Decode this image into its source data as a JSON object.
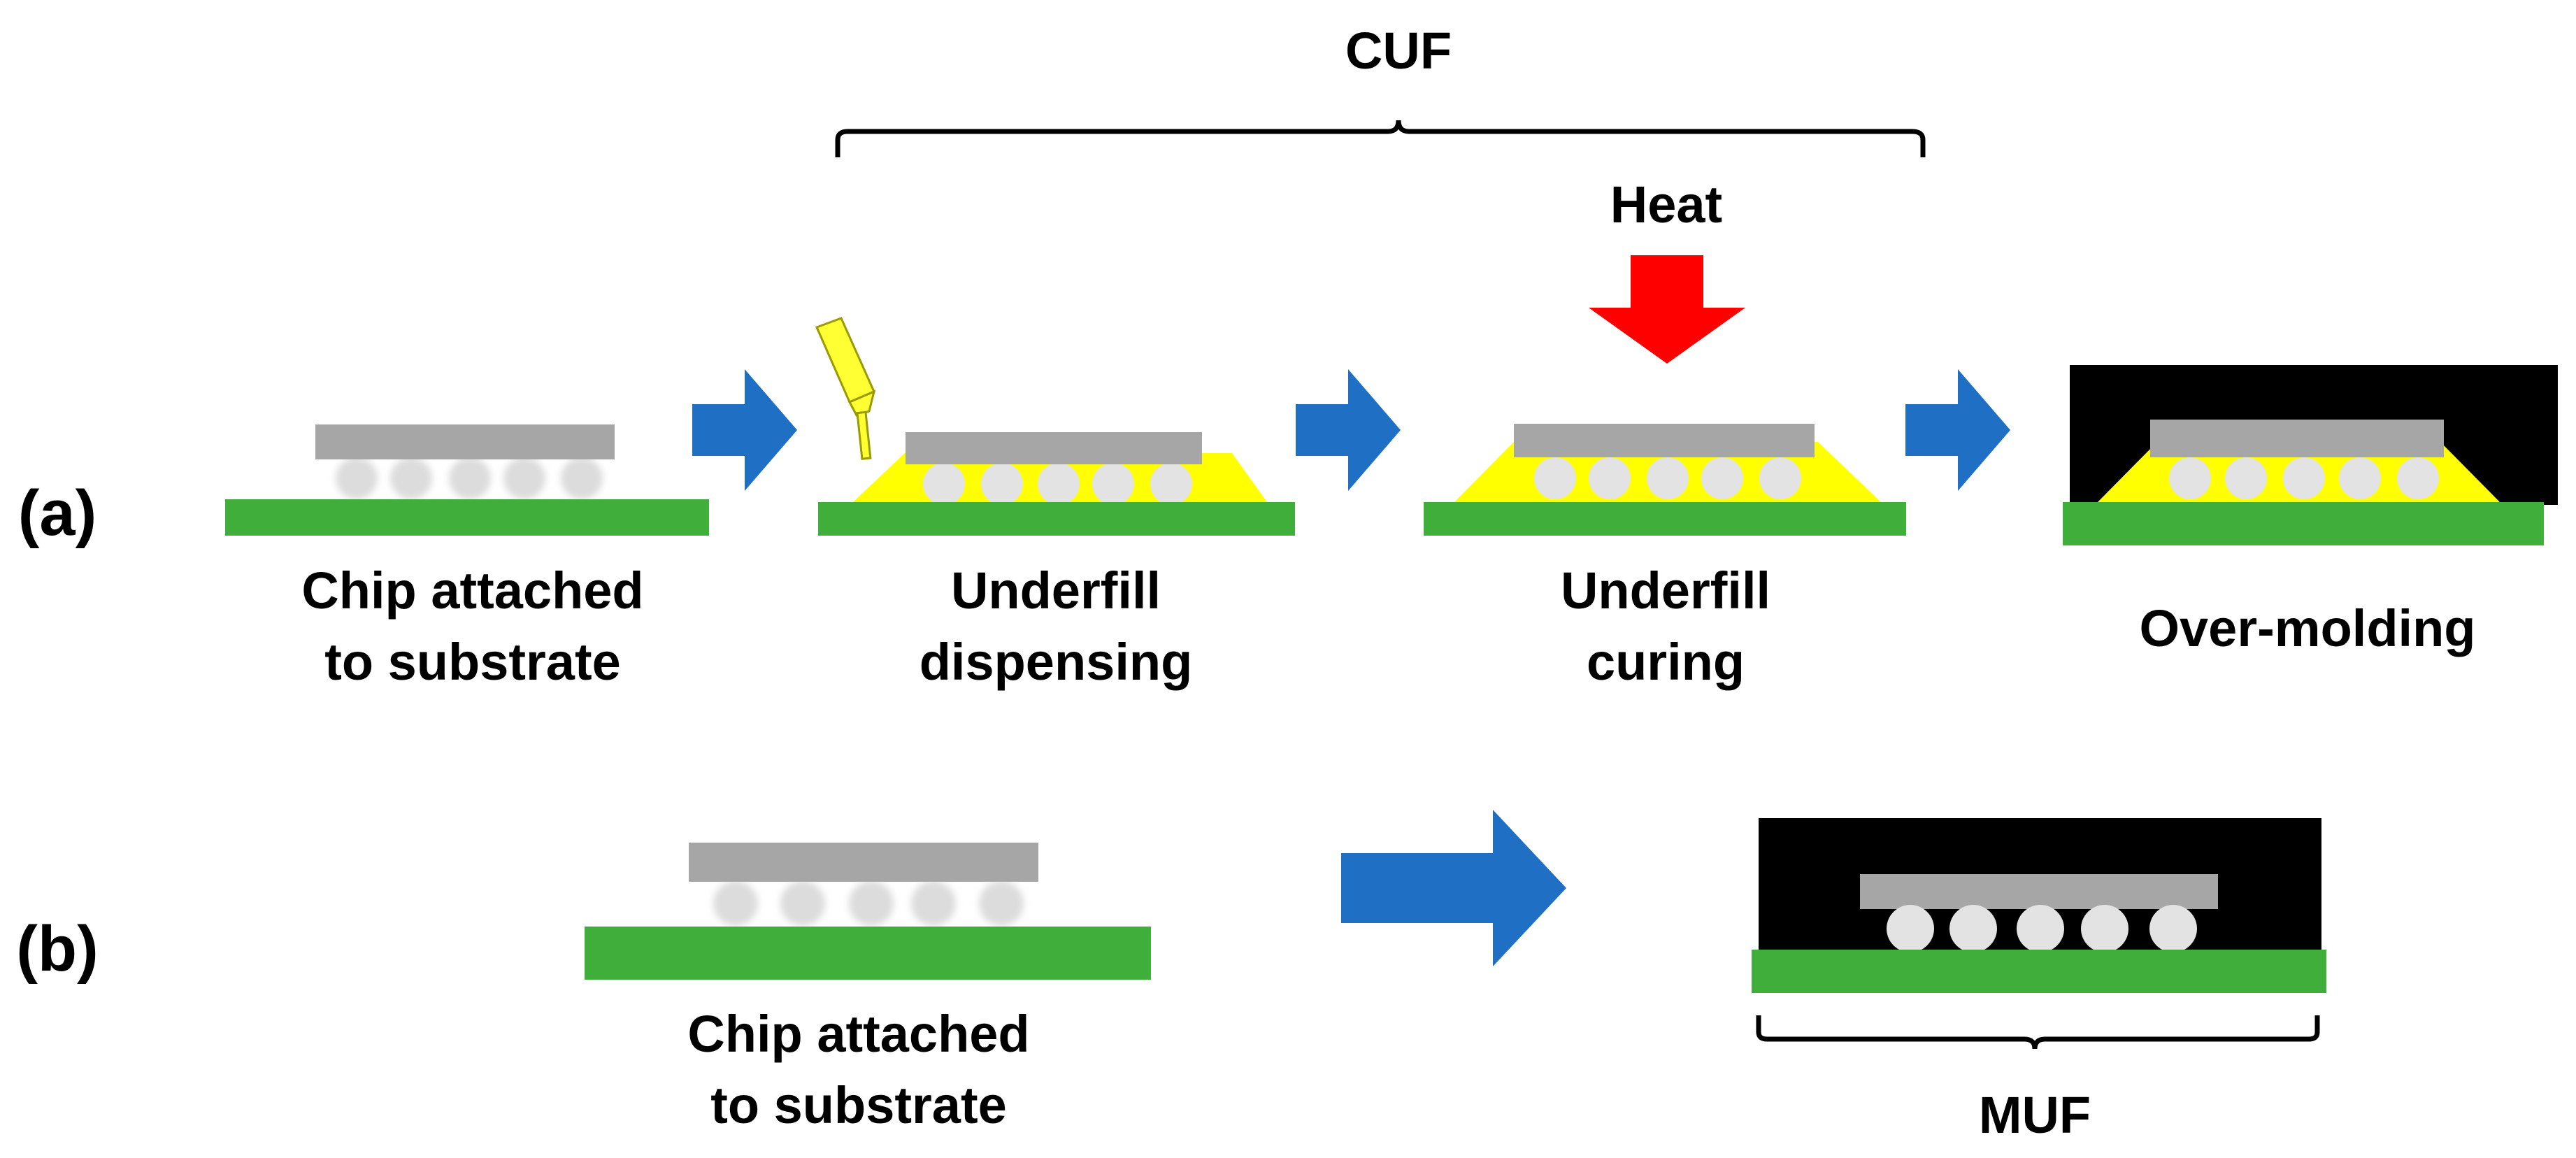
{
  "row_a": {
    "label": "(a)",
    "cuf_label": "CUF",
    "heat_label": "Heat",
    "steps": [
      {
        "lines": [
          "Chip attached",
          "to substrate"
        ]
      },
      {
        "lines": [
          "Underfill",
          "dispensing"
        ]
      },
      {
        "lines": [
          "Underfill",
          "curing"
        ]
      },
      {
        "lines": [
          "Over-molding"
        ]
      }
    ]
  },
  "row_b": {
    "label": "(b)",
    "muf_label": "MUF",
    "steps": [
      {
        "lines": [
          "Chip attached",
          "to substrate"
        ]
      }
    ]
  },
  "colors": {
    "substrate": "#3fae3a",
    "chip": "#a6a6a6",
    "solder_ball": "#e3e3e3",
    "underfill": "#ffff00",
    "mold": "#000000",
    "process_arrow": "#1f6fc5",
    "heat_arrow": "#ff0000",
    "dispenser": "#ffff33"
  },
  "icons": {
    "process_arrow": "right-arrow-icon",
    "heat_arrow": "down-arrow-icon",
    "dispenser": "syringe-icon"
  }
}
